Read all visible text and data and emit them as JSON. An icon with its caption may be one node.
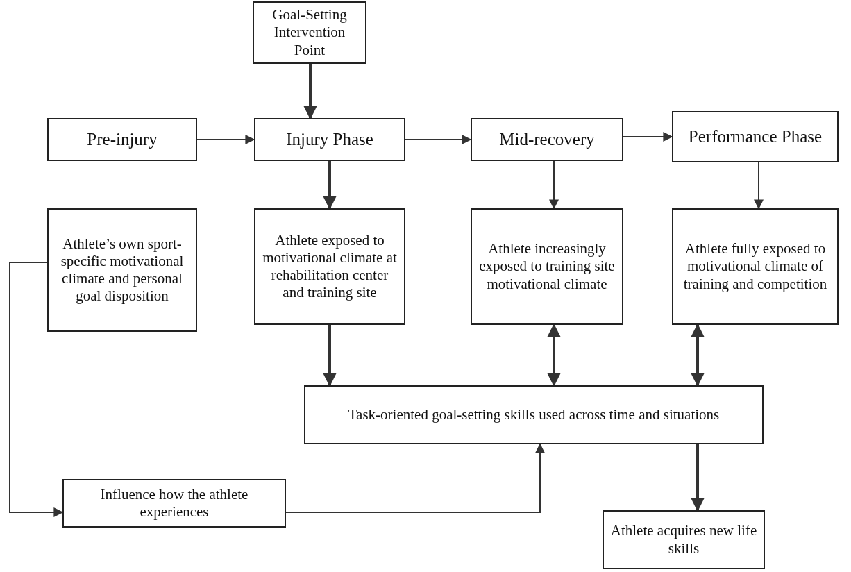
{
  "diagram": {
    "nodes": [
      {
        "text": [
          "Goal-Setting Intervention Point"
        ]
      },
      {
        "text": [
          "Pre-injury"
        ]
      },
      {
        "text": [
          "Injury Phase"
        ]
      },
      {
        "text": [
          "Mid-recovery"
        ]
      },
      {
        "text": [
          "Performance Phase"
        ]
      },
      {
        "text": [
          "Athlete’s own sport-specific motivational climate and personal goal disposition"
        ]
      },
      {
        "text": [
          "Athlete exposed to motivational climate at rehabilitation center and training site"
        ]
      },
      {
        "text": [
          "Athlete increasingly exposed to training site motivational climate"
        ]
      },
      {
        "text": [
          "Athlete fully exposed to motivational climate of training and competition"
        ]
      },
      {
        "text": [
          "Task-oriented goal-setting skills used across time and situations"
        ]
      },
      {
        "text": [
          "Influence how the athlete experiences"
        ]
      },
      {
        "text": [
          "Athlete acquires new life skills"
        ]
      }
    ],
    "edges": [
      {
        "from": 0,
        "to": 2,
        "arrow": "to",
        "style": "thick"
      },
      {
        "from": 1,
        "to": 2,
        "arrow": "to"
      },
      {
        "from": 2,
        "to": 3,
        "arrow": "to"
      },
      {
        "from": 3,
        "to": 4,
        "arrow": "to"
      },
      {
        "from": 2,
        "to": 6,
        "arrow": "to",
        "style": "thick"
      },
      {
        "from": 3,
        "to": 7,
        "arrow": "to"
      },
      {
        "from": 4,
        "to": 8,
        "arrow": "to"
      },
      {
        "from": 6,
        "to": 9,
        "arrow": "to",
        "style": "thick"
      },
      {
        "from": 7,
        "to": 9,
        "arrow": "both",
        "style": "thick"
      },
      {
        "from": 8,
        "to": 9,
        "arrow": "both",
        "style": "thick"
      },
      {
        "from": 9,
        "to": 11,
        "arrow": "to",
        "style": "thick"
      },
      {
        "from": 5,
        "to": 10,
        "arrow": "to"
      },
      {
        "from": 10,
        "to": 9,
        "arrow": "to"
      }
    ]
  }
}
